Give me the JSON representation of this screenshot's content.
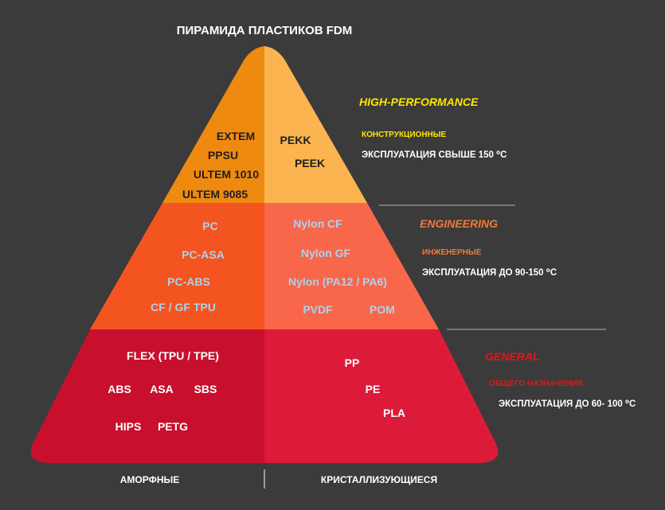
{
  "title": "ПИРАМИДА ПЛАСТИКОВ FDM",
  "colors": {
    "background": "#3b3b3b",
    "top_left": "#ef8a10",
    "top_right": "#fbb450",
    "mid_left": "#f4541f",
    "mid_right": "#f8674a",
    "bottom_left": "#c8102e",
    "bottom_right": "#dc1a3a",
    "high_performance": "#ffe600",
    "engineering": "#f07a3a",
    "general": "#e01818"
  },
  "tiers": {
    "high_performance": {
      "name": "HIGH-PERFORMANCE",
      "subtitle": "КОНСТРУКЦИОННЫЕ",
      "temp": "ЭКСПЛУАТАЦИЯ СВЫШЕ 150 ⁰С",
      "amorphous": [
        "EXTEM",
        "PPSU",
        "ULTEM 1010",
        "ULTEM 9085"
      ],
      "crystalline": [
        "PEKK",
        "PEEK"
      ]
    },
    "engineering": {
      "name": "ENGINEERING",
      "subtitle": "ИНЖЕНЕРНЫЕ",
      "temp": "ЭКСПЛУАТАЦИЯ ДО 90-150 ⁰С",
      "amorphous": [
        "PC",
        "PC-ASA",
        "PC-ABS",
        "CF / GF TPU"
      ],
      "crystalline": [
        "Nylon CF",
        "Nylon GF",
        "Nylon (PA12 / PA6)",
        "PVDF",
        "POM"
      ]
    },
    "general": {
      "name": "GENERAL",
      "subtitle": "ОБЩЕГО  НАЗНАЧЕНИЯ",
      "temp": "ЭКСПЛУАТАЦИЯ ДО 60- 100 ⁰С",
      "amorphous": [
        "FLEX (TPU / TPE)",
        "ABS",
        "ASA",
        "SBS",
        "HIPS",
        "PETG"
      ],
      "crystalline": [
        "PP",
        "PE",
        "PLA"
      ]
    }
  },
  "bottom": {
    "amorphous_label": "АМОРФНЫЕ",
    "crystalline_label": "КРИСТАЛЛИЗУЮЩИЕСЯ"
  }
}
